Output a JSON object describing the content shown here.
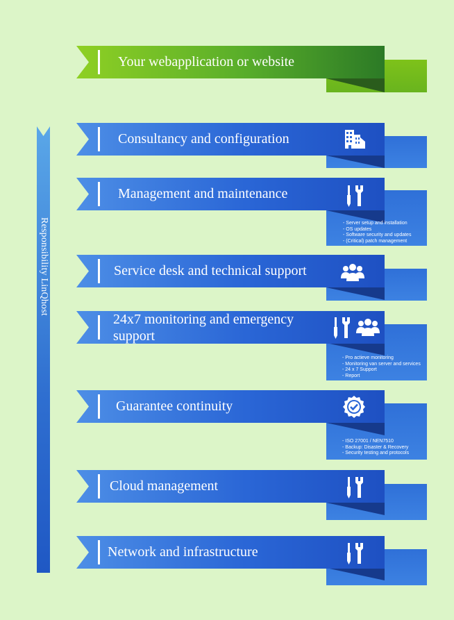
{
  "side_label": "Responsibility LinQhost",
  "colors": {
    "background": "#dcf5c8",
    "blue": "#2a66d6",
    "green": "#58ad2a"
  },
  "banners": [
    {
      "label": "Your webapplication or website",
      "color": "green",
      "icons": [],
      "bullets": []
    },
    {
      "label": "Consultancy and configuration",
      "color": "blue",
      "icons": [
        "buildings-icon"
      ],
      "bullets": []
    },
    {
      "label": "Management and maintenance",
      "color": "blue",
      "icons": [
        "tools-icon"
      ],
      "bullets": [
        "Server setup and installation",
        "OS updates",
        "Software security and updates",
        "(Critical) patch management"
      ]
    },
    {
      "label": "Service desk and technical support",
      "color": "blue",
      "icons": [
        "people-icon"
      ],
      "bullets": []
    },
    {
      "label": "24x7 monitoring and emergency support",
      "color": "blue",
      "icons": [
        "tools-icon",
        "people-icon"
      ],
      "bullets": [
        "Pro actieve monitoring",
        "Monitoring van server and services",
        "24 x 7 Support",
        "Report"
      ]
    },
    {
      "label": "Guarantee continuity",
      "color": "blue",
      "icons": [
        "badge-check-icon"
      ],
      "bullets": [
        "ISO 27001 / NEN7510",
        "Backup: Disaster & Recovery",
        "Security testing and protocols"
      ]
    },
    {
      "label": "Cloud management",
      "color": "blue",
      "icons": [
        "tools-icon"
      ],
      "bullets": []
    },
    {
      "label": "Network and infrastructure",
      "color": "blue",
      "icons": [
        "tools-icon"
      ],
      "bullets": []
    }
  ]
}
